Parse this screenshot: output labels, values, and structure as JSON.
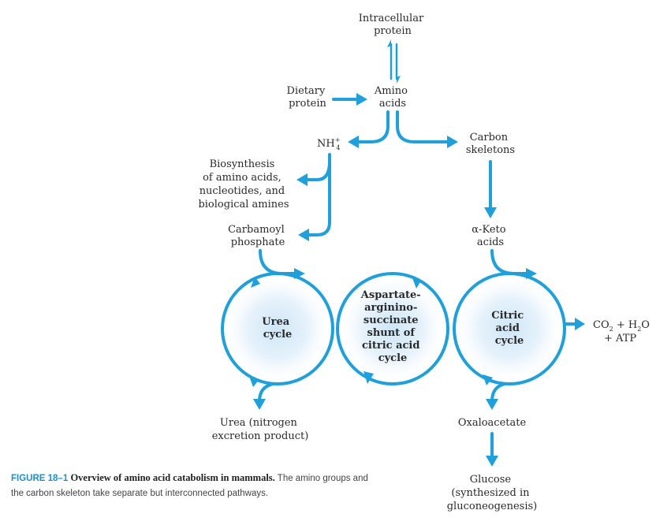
{
  "colors": {
    "arrow": "#1ea0dc",
    "ring_glow": "#cfe6f6",
    "caption_label": "#1f8fcc"
  },
  "nodes": {
    "intracellular_protein": [
      "Intracellular",
      "protein"
    ],
    "dietary_protein": [
      "Dietary",
      "protein"
    ],
    "amino_acids": [
      "Amino",
      "acids"
    ],
    "nh4": "NH",
    "nh4_sub": "4",
    "nh4_sup": "+",
    "carbon_skeletons": [
      "Carbon",
      "skeletons"
    ],
    "biosynthesis": [
      "Biosynthesis",
      "of amino acids,",
      "nucleotides, and",
      "biological amines"
    ],
    "carbamoyl_phosphate": [
      "Carbamoyl",
      "phosphate"
    ],
    "alpha_keto_acids": [
      "α-Keto",
      "acids"
    ],
    "urea": [
      "Urea (nitrogen",
      "excretion product)"
    ],
    "oxaloacetate": "Oxaloacetate",
    "glucose": [
      "Glucose",
      "(synthesized in",
      "gluconeogenesis)"
    ],
    "co2_h2o_atp": [
      "CO",
      "2",
      " + H",
      "2",
      "O",
      "+ ATP"
    ]
  },
  "cycles": {
    "urea": [
      "Urea",
      "cycle"
    ],
    "shunt": [
      "Aspartate-",
      "arginino-",
      "succinate",
      "shunt of",
      "citric acid",
      "cycle"
    ],
    "citric": [
      "Citric",
      "acid",
      "cycle"
    ]
  },
  "caption": {
    "label": "FIGURE 18–1",
    "title": "Overview of amino acid catabolism in mammals.",
    "text": "The amino groups and the carbon skeleton take separate but interconnected pathways."
  }
}
